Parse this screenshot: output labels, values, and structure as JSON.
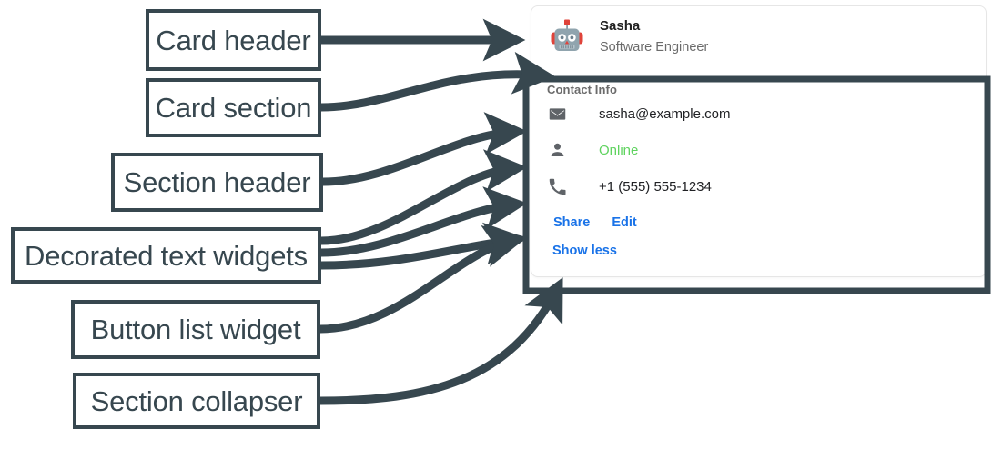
{
  "annotations": [
    {
      "label": "Card header",
      "name": "annotation-card-header"
    },
    {
      "label": "Card section",
      "name": "annotation-card-section"
    },
    {
      "label": "Section header",
      "name": "annotation-section-header"
    },
    {
      "label": "Decorated text widgets",
      "name": "annotation-decorated-text-widgets"
    },
    {
      "label": "Button list widget",
      "name": "annotation-button-list-widget"
    },
    {
      "label": "Section collapser",
      "name": "annotation-section-collapser"
    }
  ],
  "card": {
    "header": {
      "avatar_icon": "robot-avatar-icon",
      "title": "Sasha",
      "subtitle": "Software Engineer"
    },
    "section": {
      "header": "Contact Info",
      "rows": [
        {
          "icon": "email-icon",
          "text": "sasha@example.com",
          "status": false
        },
        {
          "icon": "person-icon",
          "text": "Online",
          "status": true
        },
        {
          "icon": "phone-icon",
          "text": "+1 (555) 555-1234",
          "status": false
        }
      ],
      "buttons": [
        {
          "label": "Share"
        },
        {
          "label": "Edit"
        }
      ],
      "collapser": {
        "label": "Show less"
      }
    }
  },
  "colors": {
    "annotation_stroke": "#37474f",
    "link_blue": "#1a73e8",
    "status_green": "#5fd35f",
    "muted_text": "#6b6b6b",
    "primary_text": "#202124",
    "card_border": "#e6e6e6"
  }
}
